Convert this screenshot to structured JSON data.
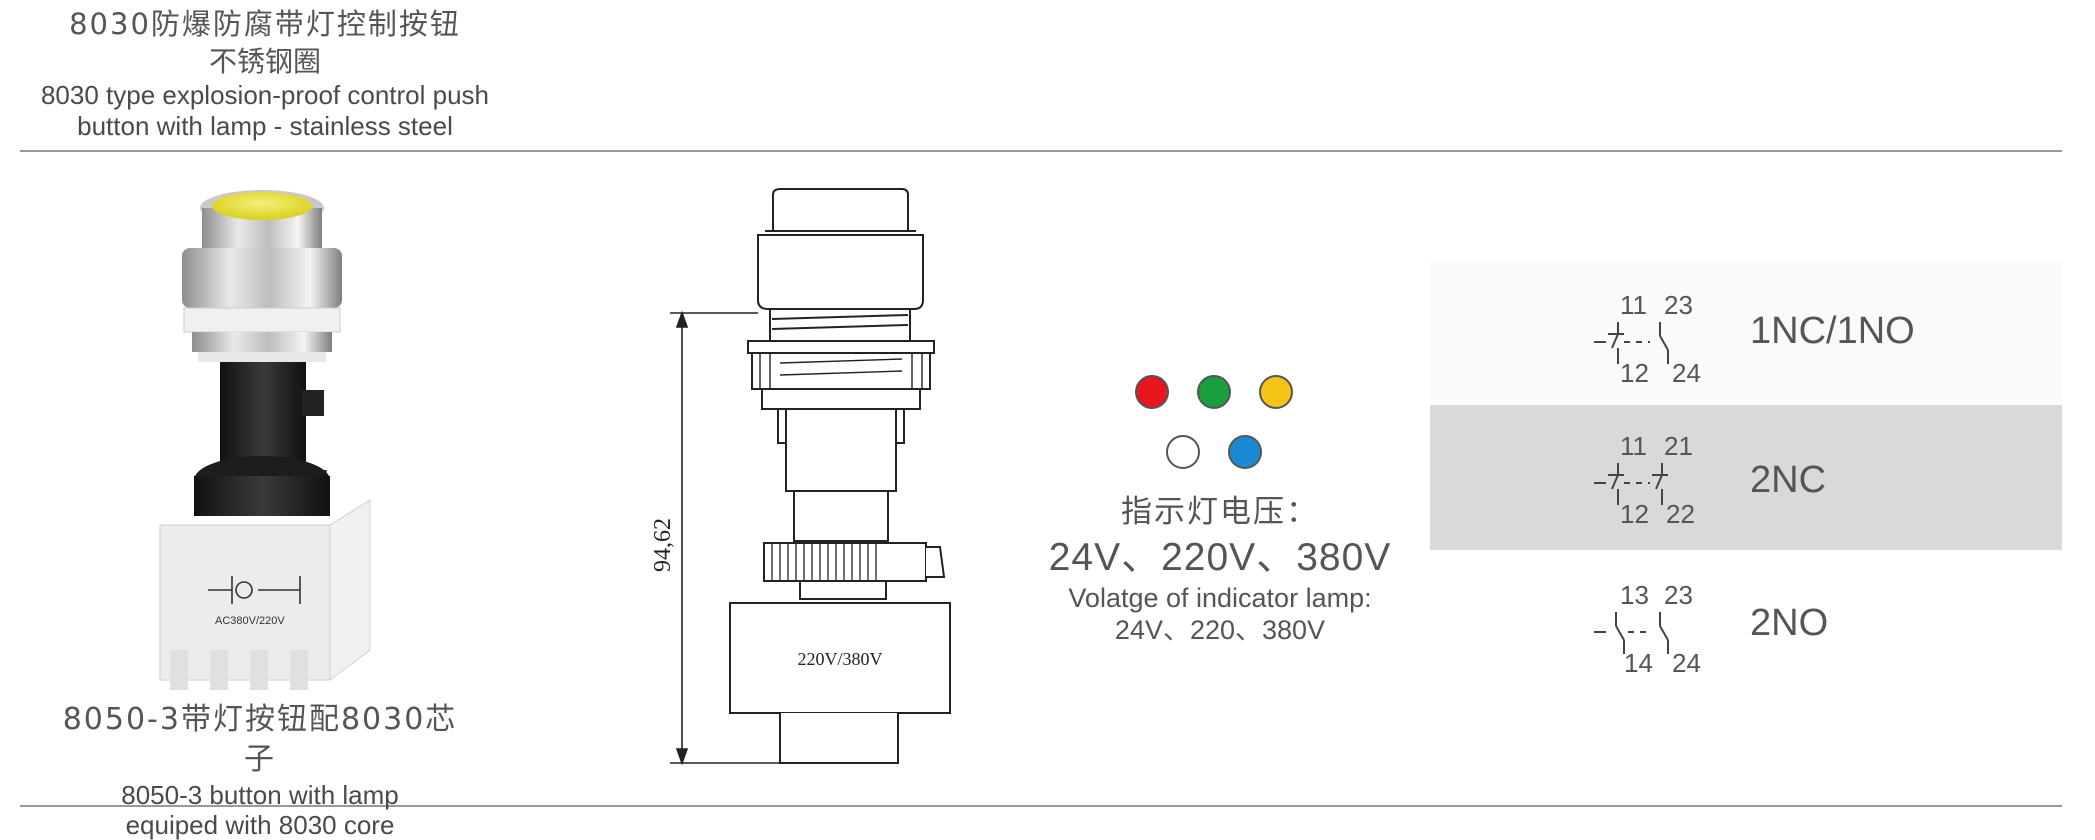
{
  "header": {
    "title_cn": "8030防爆防腐带灯控制按钮",
    "subtitle_cn": "不锈钢圈",
    "title_en_line1": "8030 type explosion-proof control push",
    "title_en_line2": "button with lamp - stainless steel"
  },
  "product": {
    "caption_cn": "8050-3带灯按钮配8030芯子",
    "caption_en_line1": "8050-3 button with lamp",
    "caption_en_line2": "equiped with 8030 core",
    "housing_label": "AC380V/220V"
  },
  "drawing": {
    "dimension": "94,62",
    "body_label": "220V/380V"
  },
  "indicator": {
    "colors": [
      "#e8161e",
      "#17a03d",
      "#f6c414",
      "#ffffff",
      "#1a8ad4"
    ],
    "label_cn": "指示灯电压：",
    "voltages": "24V、220V、380V",
    "label_en_line1": "Volatge of indicator lamp:",
    "label_en_line2": "24V、220、380V"
  },
  "contacts": [
    {
      "top_left": "11",
      "top_right": "23",
      "bottom_left": "12",
      "bottom_right": "24",
      "label": "1NC/1NO"
    },
    {
      "top_left": "11",
      "top_right": "21",
      "bottom_left": "12",
      "bottom_right": "22",
      "label": "2NC"
    },
    {
      "top_left": "13",
      "top_right": "23",
      "bottom_left": "14",
      "bottom_right": "24",
      "label": "2NO"
    }
  ],
  "style": {
    "row_highlight": "#d9d9d9",
    "divider": "#9a9a9a"
  }
}
